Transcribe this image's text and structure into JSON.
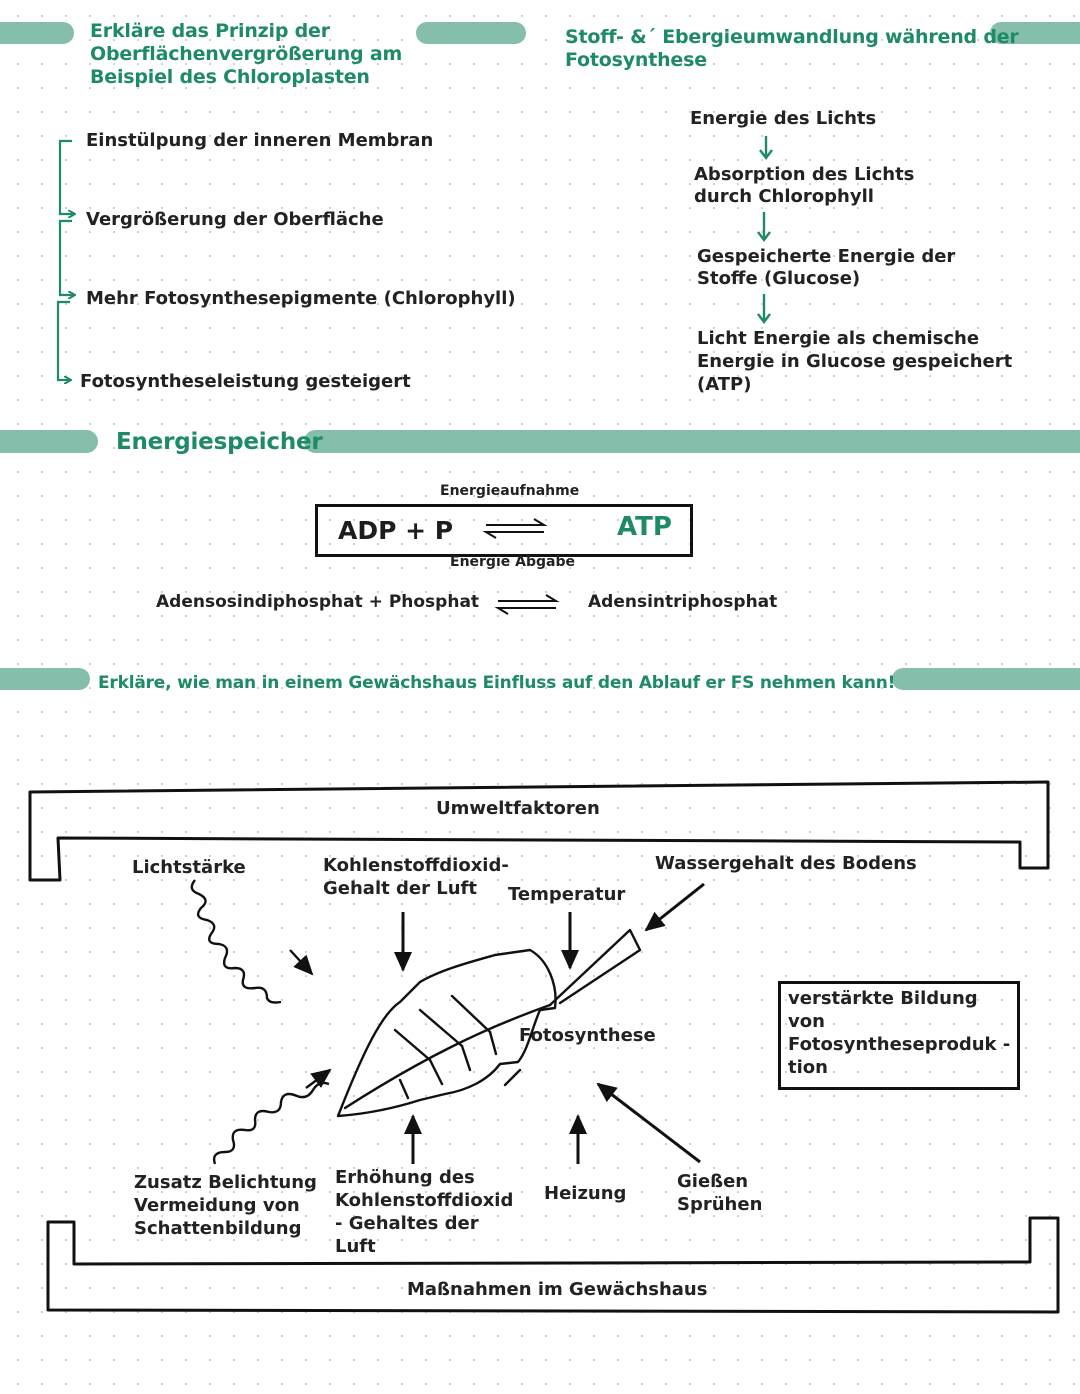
{
  "section1": {
    "title_lines": [
      "Erkläre das Prinzip der",
      "Oberflächenvergrößerung am",
      "Beispiel des Chloroplasten"
    ],
    "steps": [
      "Einstülpung der inneren Membran",
      "Vergrößerung der Oberfläche",
      "Mehr Fotosynthesepigmente (Chlorophyll)",
      "Fotosyntheseleistung gesteigert"
    ]
  },
  "section2": {
    "title_lines": [
      "Stoff- &´ Ebergieumwandlung während der",
      "Fotosynthese"
    ],
    "flow": [
      [
        "Energie des Lichts"
      ],
      [
        "Absorption des Lichts",
        "durch Chlorophyll"
      ],
      [
        "Gespeicherte Energie der",
        "Stoffe (Glucose)"
      ],
      [
        "Licht Energie als chemische",
        "Energie in Glucose gespeichert",
        "(ATP)"
      ]
    ]
  },
  "section3": {
    "title": "Energiespeicher",
    "energy_in": "Energieaufnahme",
    "energy_out": "Energie Abgabe",
    "left": "ADP + P",
    "right": "ATP",
    "left_long": "Adensosindiphosphat + Phosphat",
    "right_long": "Adensintriphosphat"
  },
  "section4": {
    "title": "Erkläre, wie man in einem Gewächshaus Einfluss auf den Ablauf er FS nehmen kann!",
    "top_bracket": "Umweltfaktoren",
    "bottom_bracket": "Maßnahmen im Gewächshaus",
    "center": "Fotosynthese",
    "factors": {
      "light": "Lichtstärke",
      "co2": [
        "Kohlenstoffdioxid-",
        "Gehalt der Luft"
      ],
      "temp": "Temperatur",
      "water": "Wassergehalt des Bodens"
    },
    "measures": {
      "light": [
        "Zusatz Belichtung",
        "Vermeidung von",
        "Schattenbildung"
      ],
      "co2": [
        "Erhöhung des",
        "Kohlenstoffdioxid",
        "- Gehaltes der",
        "Luft"
      ],
      "heat": "Heizung",
      "water": [
        "Gießen",
        "Sprühen"
      ]
    },
    "result": [
      "verstärkte Bildung",
      "von",
      "Fotosyntheseproduk -",
      "tion"
    ]
  }
}
